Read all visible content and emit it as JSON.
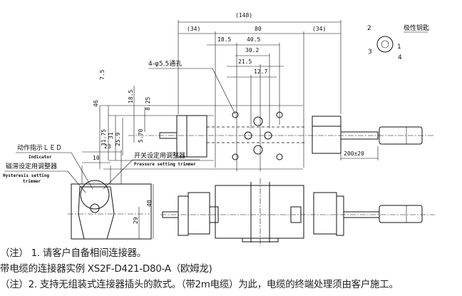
{
  "top_view": {
    "dims": {
      "overall": "(148)",
      "left_ext": "(34)",
      "body": "80",
      "right_ext": "(34)",
      "d18_5": "18.5",
      "d40_5": "40.5",
      "d30_2": "30.2",
      "d21_5": "21.5",
      "d12_7": "12.7",
      "v7_5": "7.5",
      "v46": "46",
      "v31_75": "31.75",
      "v31": "31",
      "v25_9": "25.9",
      "v18_5": "18.5",
      "v8_25": "8.25",
      "v5_70": "5.70",
      "cable": "200±20"
    },
    "hole_note": "4-φ5.5通孔"
  },
  "pin_diagram": {
    "key_label": "极性钥匙",
    "pins": [
      "1",
      "2",
      "3",
      "4"
    ]
  },
  "side_view": {
    "led_label": "动作指示ＬＥＤ",
    "led_label_en": "Indicator",
    "hyst_label": "磁滞设定用调整器",
    "hyst_label_en1": "Hysteresis setting",
    "hyst_label_en2": "trimmer",
    "press_label": "开关设定用调整器",
    "press_label_en": "Pressure setting trimmer",
    "dims": {
      "d23": "23",
      "d10": "10",
      "d40": "40",
      "d29": "29"
    }
  },
  "notes": [
    "（注） 1. 请客户自备相间连接器。",
    "带电缆的连接器实例 XS2F-D421-D80-A（欧姆龙)",
    "（注）2. 支持无组装式连接器插头的款式。（带2m电缆）为此，电缆的终端处理须由客户施工。"
  ]
}
